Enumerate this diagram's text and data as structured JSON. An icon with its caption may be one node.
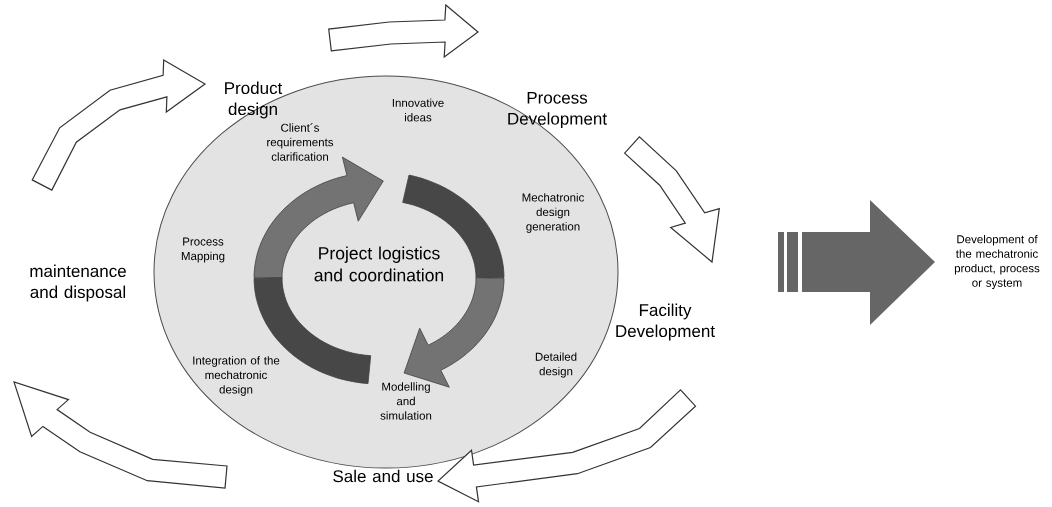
{
  "diagram": {
    "nodes": [
      {
        "text": [
          "Product design"
        ]
      },
      {
        "text": [
          "Process Development"
        ]
      },
      {
        "text": [
          "Project logistics and coordination"
        ]
      },
      {
        "text": [
          "maintenance and disposal"
        ]
      },
      {
        "text": [
          "Facility Development"
        ]
      },
      {
        "text": [
          "Sale and use"
        ]
      }
    ],
    "edges": [
      {
        "from": 3,
        "to": 0,
        "arrow": "to"
      },
      {
        "from": 0,
        "to": 1,
        "arrow": "to"
      },
      {
        "from": 1,
        "to": 4,
        "arrow": "to"
      },
      {
        "from": 4,
        "to": 5,
        "arrow": "to"
      },
      {
        "from": 5,
        "to": 3,
        "arrow": "to"
      }
    ],
    "labels": [
      "Innovative ideas",
      "Client´s requirements clarification",
      "Mechatronic design generation",
      "Process Mapping",
      "Detailed design",
      "Integration of the mechatronic design",
      "Modelling and simulation",
      "Development of the mechatronic product, process or system"
    ]
  }
}
